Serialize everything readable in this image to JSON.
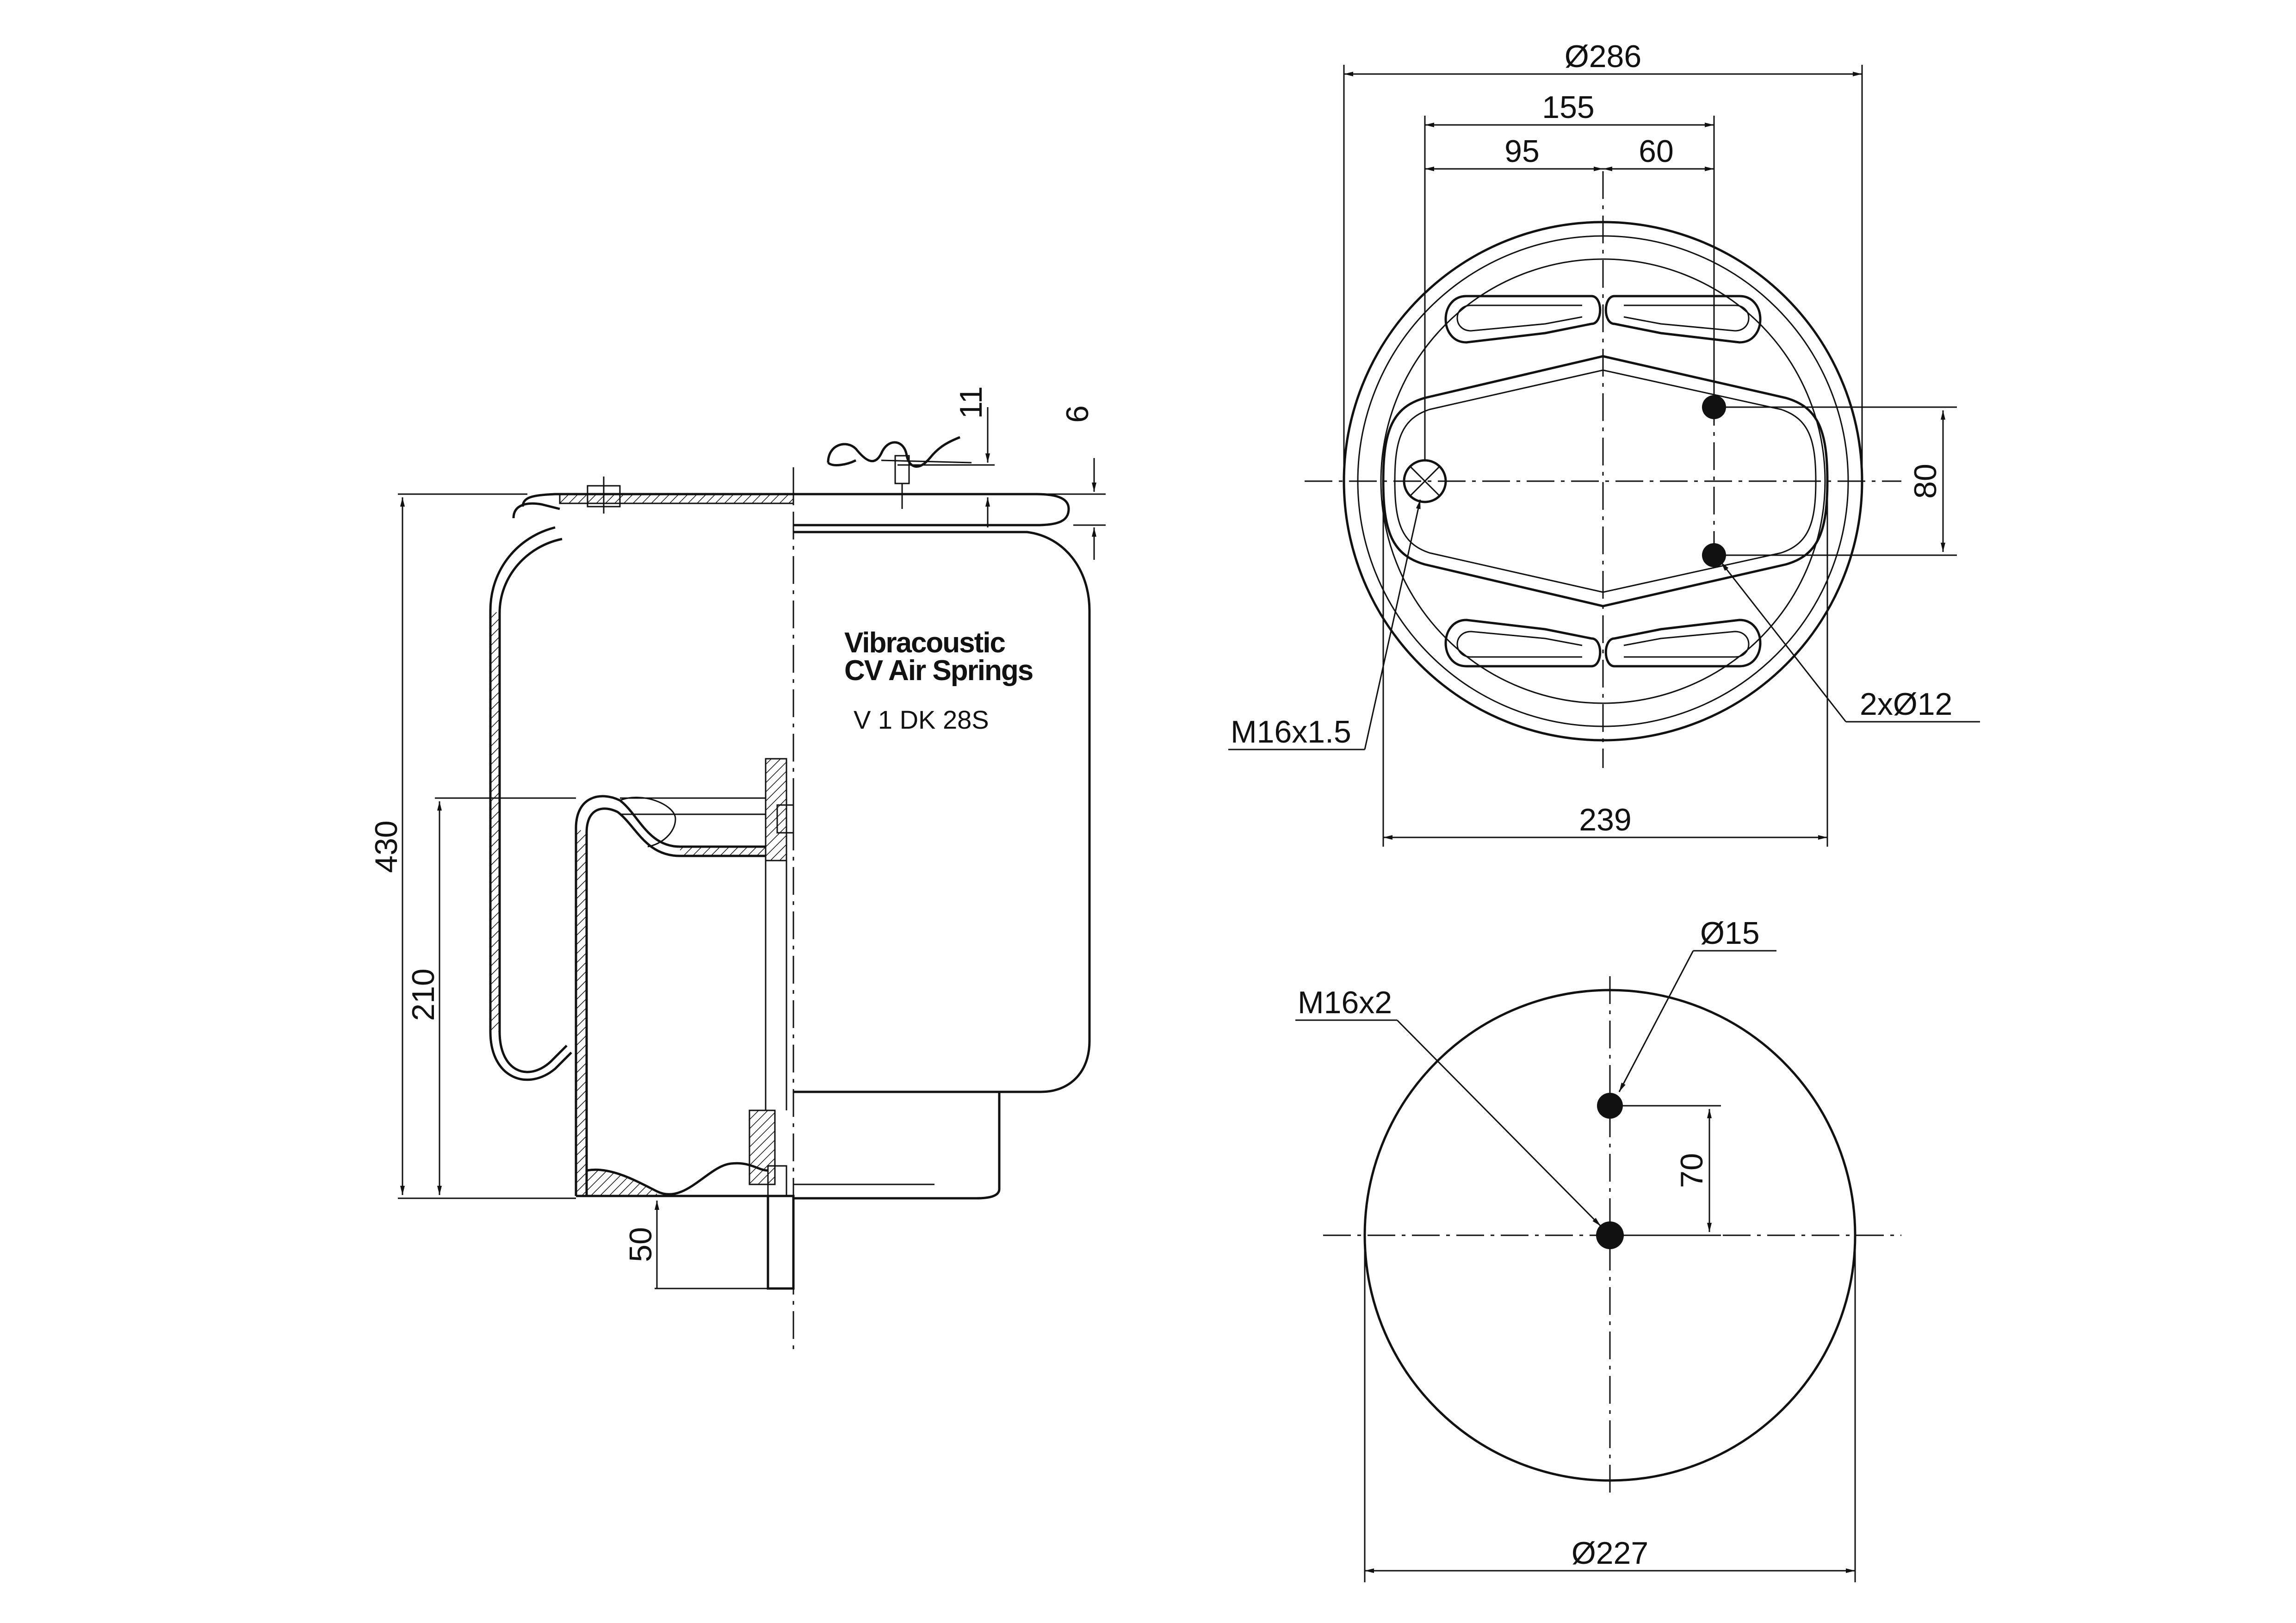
{
  "labels": {
    "brand_line1": "Vibracoustic",
    "brand_line2": "CV Air Springs",
    "model": "V 1 DK 28S"
  },
  "dimensions": {
    "side_height_total": "430",
    "side_height_piston": "210",
    "side_stud_length": "50",
    "side_clip_11": "11",
    "side_clip_6": "6",
    "top_outer_diameter": "Ø286",
    "top_bolt_span": "155",
    "top_left_offset": "95",
    "top_right_offset": "60",
    "top_hole_spacing": "80",
    "top_holes": "2xØ12",
    "top_air_inlet": "M16x1.5",
    "top_plate_width": "239",
    "bottom_hole_dia": "Ø15",
    "bottom_thread": "M16x2",
    "bottom_offset": "70",
    "bottom_diameter": "Ø227"
  },
  "colors": {
    "line": "#111111",
    "background": "#ffffff"
  }
}
